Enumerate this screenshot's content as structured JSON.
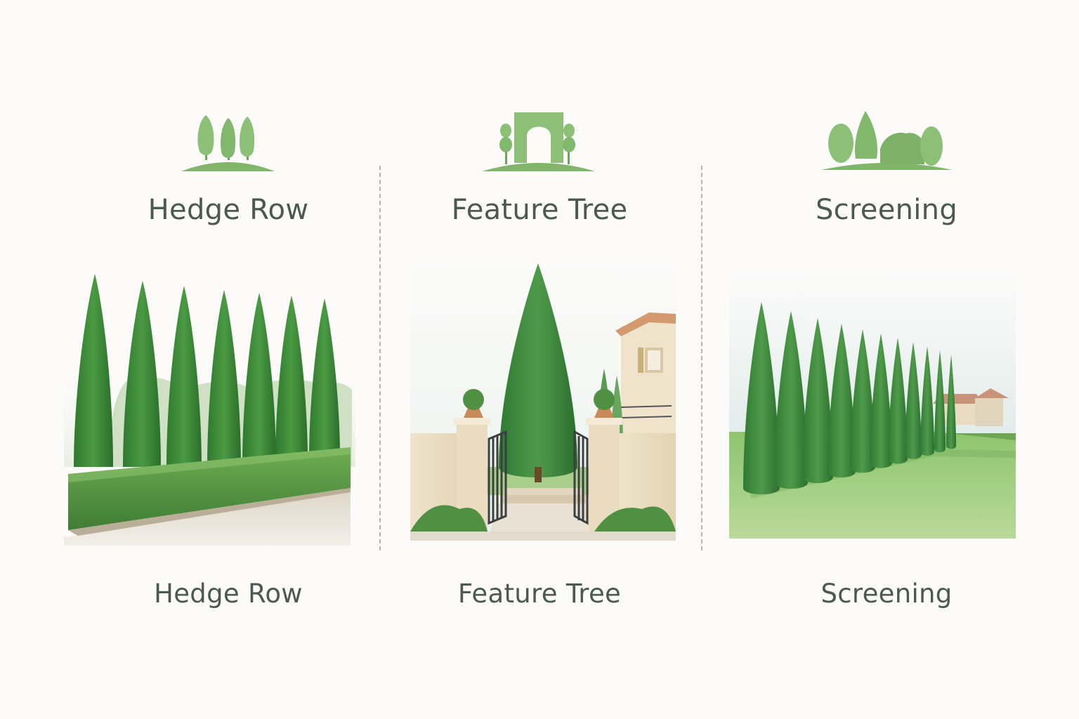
{
  "colors": {
    "background": "#fcfbfa",
    "text": "#4b5a4e",
    "icon_green": "#7fb46a",
    "tree_dark": "#2f7a33",
    "tree_mid": "#3f8f3d",
    "lawn": "#8cc36a"
  },
  "panels": [
    {
      "icon": "hedge-row-icon",
      "title": "Hedge Row",
      "caption": "Hedge Row"
    },
    {
      "icon": "feature-tree-icon",
      "title": "Feature Tree",
      "caption": "Feature Tree"
    },
    {
      "icon": "screening-icon",
      "title": "Screening",
      "caption": "Screening"
    }
  ]
}
